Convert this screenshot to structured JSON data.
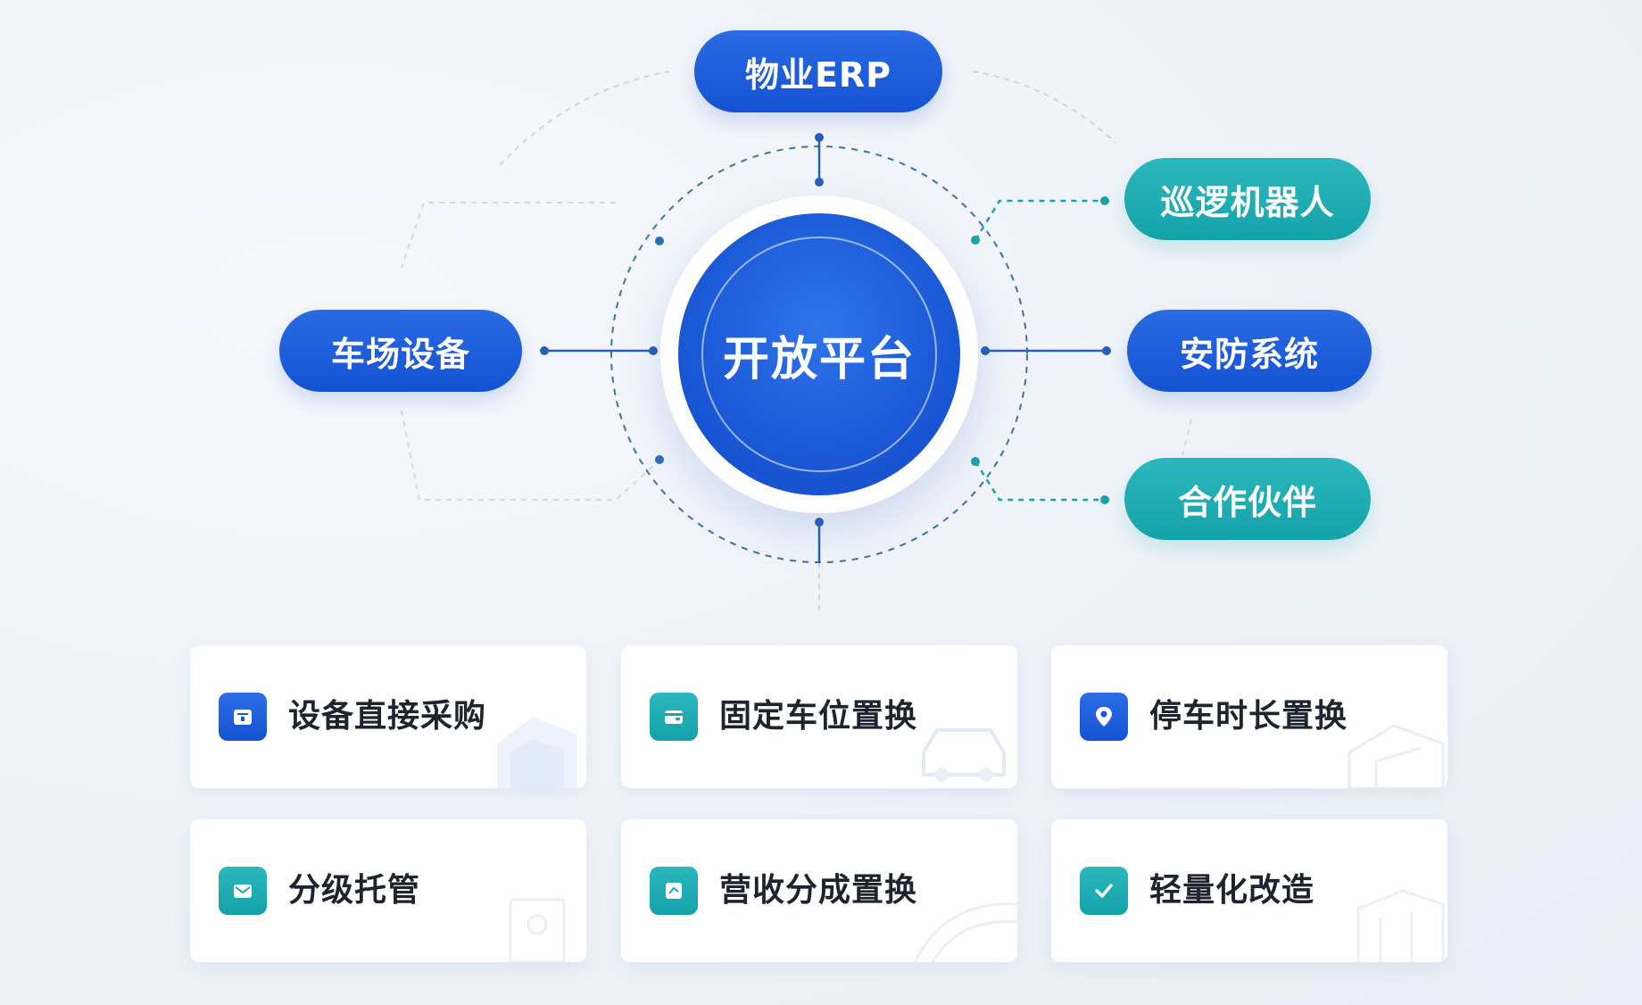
{
  "hub": {
    "label": "开放平台"
  },
  "nodes": [
    {
      "id": "erp",
      "label": "物业ERP",
      "tone": "blue"
    },
    {
      "id": "parking",
      "label": "车场设备",
      "tone": "blue"
    },
    {
      "id": "robot",
      "label": "巡逻机器人",
      "tone": "teal"
    },
    {
      "id": "security",
      "label": "安防系统",
      "tone": "blue"
    },
    {
      "id": "partner",
      "label": "合作伙伴",
      "tone": "teal"
    }
  ],
  "cards": [
    {
      "label": "设备直接采购",
      "icon": "box-icon",
      "tone": "blue",
      "deco": "building-icon"
    },
    {
      "label": "固定车位置换",
      "icon": "wallet-icon",
      "tone": "teal",
      "deco": "car-icon"
    },
    {
      "label": "停车时长置换",
      "icon": "location-pin-icon",
      "tone": "blue",
      "deco": "building-icon"
    },
    {
      "label": "分级托管",
      "icon": "mail-icon",
      "tone": "teal",
      "deco": "document-icon"
    },
    {
      "label": "营收分成置换",
      "icon": "share-icon",
      "tone": "teal",
      "deco": "dome-icon"
    },
    {
      "label": "轻量化改造",
      "icon": "check-icon",
      "tone": "teal",
      "deco": "building-icon"
    }
  ],
  "colors": {
    "blue": "#1a58d6",
    "teal": "#17a6ac",
    "line_blue": "#2a5fb8",
    "line_teal": "#1aa2a8"
  }
}
